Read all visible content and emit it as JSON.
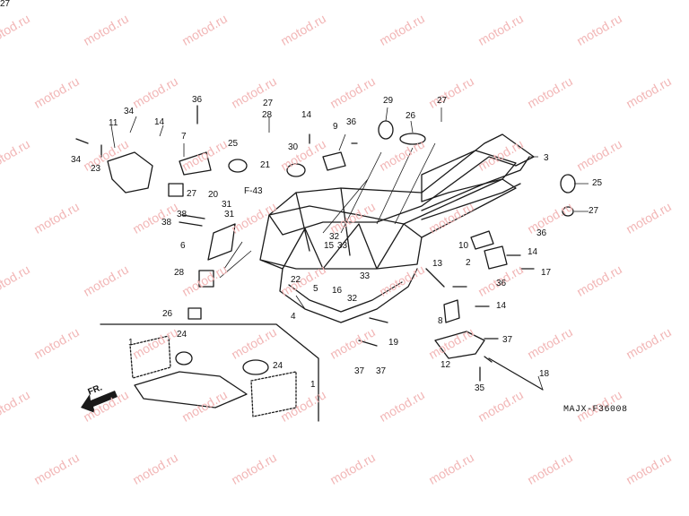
{
  "watermark": "motod.ru",
  "diagram_code": "MAJX-F36008",
  "front_label": "FR.",
  "reference_label": "F-43",
  "callouts": [
    {
      "id": "c36a",
      "text": "36"
    },
    {
      "id": "c34a",
      "text": "34"
    },
    {
      "id": "c14a",
      "text": "14"
    },
    {
      "id": "c11",
      "text": "11"
    },
    {
      "id": "c7",
      "text": "7"
    },
    {
      "id": "c34b",
      "text": "34"
    },
    {
      "id": "c23",
      "text": "23"
    },
    {
      "id": "c27a",
      "text": "27"
    },
    {
      "id": "c27b",
      "text": "27"
    },
    {
      "id": "c28a",
      "text": "28"
    },
    {
      "id": "c14b",
      "text": "14"
    },
    {
      "id": "c9",
      "text": "9"
    },
    {
      "id": "c36b",
      "text": "36"
    },
    {
      "id": "c29",
      "text": "29"
    },
    {
      "id": "c26a",
      "text": "26"
    },
    {
      "id": "c27c",
      "text": "27"
    },
    {
      "id": "c25a",
      "text": "25"
    },
    {
      "id": "c30",
      "text": "30"
    },
    {
      "id": "c21",
      "text": "21"
    },
    {
      "id": "c3",
      "text": "3"
    },
    {
      "id": "c25b",
      "text": "25"
    },
    {
      "id": "c27d",
      "text": "27"
    },
    {
      "id": "c27e",
      "text": "27"
    },
    {
      "id": "c20",
      "text": "20"
    },
    {
      "id": "c31a",
      "text": "31"
    },
    {
      "id": "c31b",
      "text": "31"
    },
    {
      "id": "c38a",
      "text": "38"
    },
    {
      "id": "c38b",
      "text": "38"
    },
    {
      "id": "c6",
      "text": "6"
    },
    {
      "id": "c28b",
      "text": "28"
    },
    {
      "id": "c10",
      "text": "10"
    },
    {
      "id": "c36c",
      "text": "36"
    },
    {
      "id": "c14c",
      "text": "14"
    },
    {
      "id": "c2",
      "text": "2"
    },
    {
      "id": "c17",
      "text": "17"
    },
    {
      "id": "c13",
      "text": "13"
    },
    {
      "id": "c36d",
      "text": "36"
    },
    {
      "id": "c32a",
      "text": "32"
    },
    {
      "id": "c15",
      "text": "15"
    },
    {
      "id": "c33a",
      "text": "33"
    },
    {
      "id": "c22",
      "text": "22"
    },
    {
      "id": "c5",
      "text": "5"
    },
    {
      "id": "c16",
      "text": "16"
    },
    {
      "id": "c33b",
      "text": "33"
    },
    {
      "id": "c32b",
      "text": "32"
    },
    {
      "id": "c26b",
      "text": "26"
    },
    {
      "id": "c4",
      "text": "4"
    },
    {
      "id": "c8",
      "text": "8"
    },
    {
      "id": "c14d",
      "text": "14"
    },
    {
      "id": "c19",
      "text": "19"
    },
    {
      "id": "c37a",
      "text": "37"
    },
    {
      "id": "c37b",
      "text": "37"
    },
    {
      "id": "c37c",
      "text": "37"
    },
    {
      "id": "c12",
      "text": "12"
    },
    {
      "id": "c18",
      "text": "18"
    },
    {
      "id": "c35",
      "text": "35"
    },
    {
      "id": "c1a",
      "text": "1"
    },
    {
      "id": "c24a",
      "text": "24"
    },
    {
      "id": "c24b",
      "text": "24"
    },
    {
      "id": "c1b",
      "text": "1"
    }
  ]
}
